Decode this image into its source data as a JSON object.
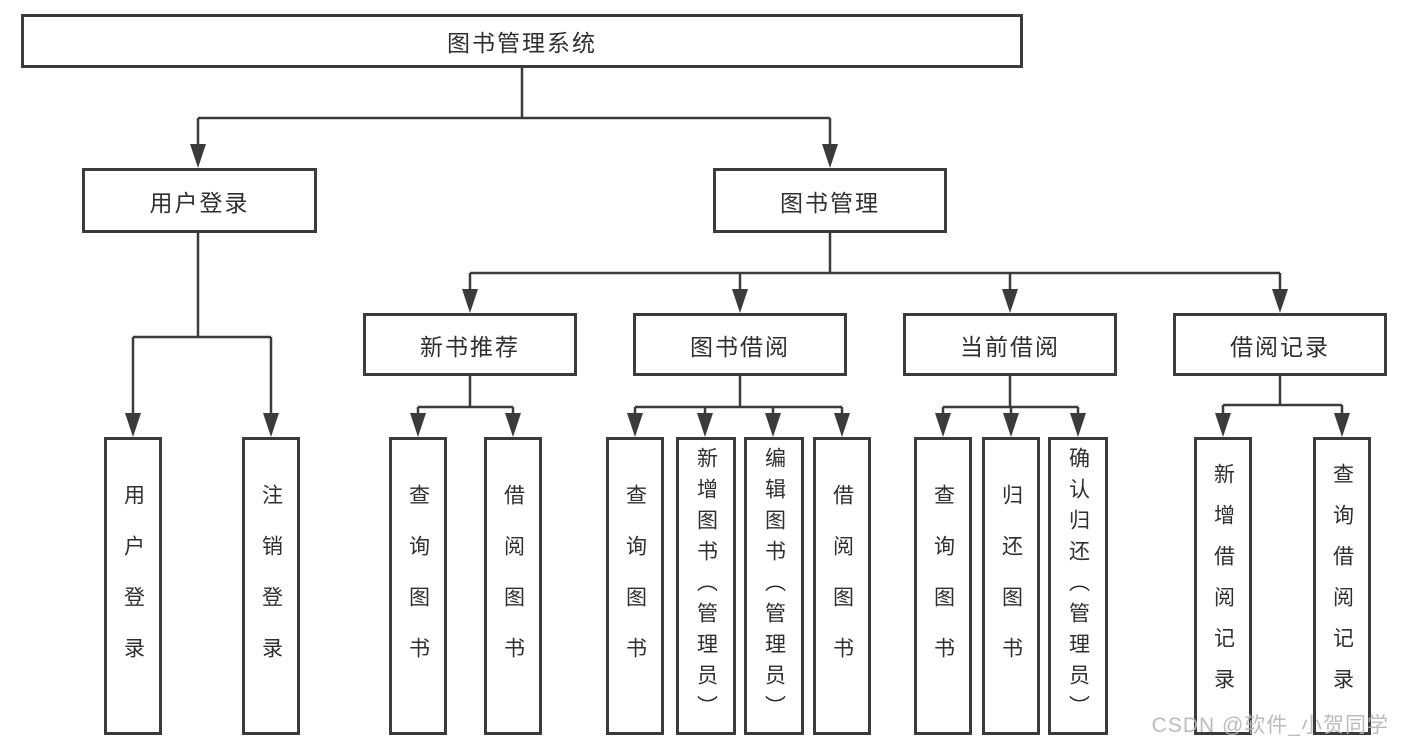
{
  "diagram": {
    "root": {
      "label": "图书管理系统"
    },
    "level1": [
      {
        "label": "用户登录"
      },
      {
        "label": "图书管理"
      }
    ],
    "level2": [
      {
        "label": "新书推荐"
      },
      {
        "label": "图书借阅"
      },
      {
        "label": "当前借阅"
      },
      {
        "label": "借阅记录"
      }
    ],
    "leaves": {
      "user": [
        {
          "label": "用户登录"
        },
        {
          "label": "注销登录"
        }
      ],
      "recommend": [
        {
          "label": "查询图书"
        },
        {
          "label": "借阅图书"
        }
      ],
      "borrow": [
        {
          "label": "查询图书"
        },
        {
          "label": "新增图书（管理员）"
        },
        {
          "label": "编辑图书（管理员）"
        },
        {
          "label": "借阅图书"
        }
      ],
      "current": [
        {
          "label": "查询图书"
        },
        {
          "label": "归还图书"
        },
        {
          "label": "确认归还（管理员）"
        }
      ],
      "records": [
        {
          "label": "新增借阅记录"
        },
        {
          "label": "查询借阅记录"
        }
      ]
    }
  },
  "watermark": {
    "text": "CSDN @软件_小贺同学"
  },
  "colors": {
    "line": "#3b3b3b",
    "text": "#2f2f2f",
    "watermark": "#b5b5b5",
    "background": "#ffffff"
  }
}
